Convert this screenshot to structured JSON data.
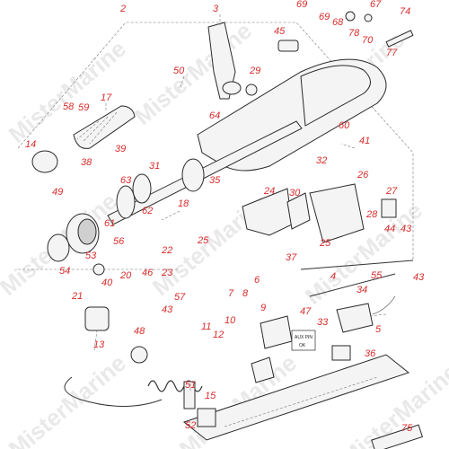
{
  "watermark": "MisterMarine",
  "callouts": [
    {
      "id": "c2",
      "text": "2"
    },
    {
      "id": "c3",
      "text": "3"
    },
    {
      "id": "c69a",
      "text": "69"
    },
    {
      "id": "c69b",
      "text": "69"
    },
    {
      "id": "c68",
      "text": "68"
    },
    {
      "id": "c67",
      "text": "67"
    },
    {
      "id": "c74",
      "text": "74"
    },
    {
      "id": "c78",
      "text": "78"
    },
    {
      "id": "c70",
      "text": "70"
    },
    {
      "id": "c77",
      "text": "77"
    },
    {
      "id": "c45",
      "text": "45"
    },
    {
      "id": "c29",
      "text": "29"
    },
    {
      "id": "c50",
      "text": "50"
    },
    {
      "id": "c17",
      "text": "17"
    },
    {
      "id": "c58",
      "text": "58"
    },
    {
      "id": "c59",
      "text": "59"
    },
    {
      "id": "c64",
      "text": "64"
    },
    {
      "id": "c60",
      "text": "60"
    },
    {
      "id": "c41",
      "text": "41"
    },
    {
      "id": "c14",
      "text": "14"
    },
    {
      "id": "c39",
      "text": "39"
    },
    {
      "id": "c38",
      "text": "38"
    },
    {
      "id": "c32",
      "text": "32"
    },
    {
      "id": "c31",
      "text": "31"
    },
    {
      "id": "c26",
      "text": "26"
    },
    {
      "id": "c49",
      "text": "49"
    },
    {
      "id": "c63",
      "text": "63"
    },
    {
      "id": "c62",
      "text": "62"
    },
    {
      "id": "c35",
      "text": "35"
    },
    {
      "id": "c24",
      "text": "24"
    },
    {
      "id": "c30",
      "text": "30"
    },
    {
      "id": "c27",
      "text": "27"
    },
    {
      "id": "c18",
      "text": "18"
    },
    {
      "id": "c61",
      "text": "61"
    },
    {
      "id": "c28",
      "text": "28"
    },
    {
      "id": "c56",
      "text": "56"
    },
    {
      "id": "c25a",
      "text": "25"
    },
    {
      "id": "c25b",
      "text": "25"
    },
    {
      "id": "c44",
      "text": "44"
    },
    {
      "id": "c43a",
      "text": "43"
    },
    {
      "id": "c54",
      "text": "54"
    },
    {
      "id": "c53",
      "text": "53"
    },
    {
      "id": "c22",
      "text": "22"
    },
    {
      "id": "c37",
      "text": "37"
    },
    {
      "id": "c23",
      "text": "23"
    },
    {
      "id": "c4",
      "text": "4"
    },
    {
      "id": "c55",
      "text": "55"
    },
    {
      "id": "c43b",
      "text": "43"
    },
    {
      "id": "c21",
      "text": "21"
    },
    {
      "id": "c40",
      "text": "40"
    },
    {
      "id": "c20",
      "text": "20"
    },
    {
      "id": "c46",
      "text": "46"
    },
    {
      "id": "c57",
      "text": "57"
    },
    {
      "id": "c6",
      "text": "6"
    },
    {
      "id": "c7",
      "text": "7"
    },
    {
      "id": "c8",
      "text": "8"
    },
    {
      "id": "c34",
      "text": "34"
    },
    {
      "id": "c43c",
      "text": "43"
    },
    {
      "id": "c9",
      "text": "9"
    },
    {
      "id": "c47",
      "text": "47"
    },
    {
      "id": "c33",
      "text": "33"
    },
    {
      "id": "c13",
      "text": "13"
    },
    {
      "id": "c10",
      "text": "10"
    },
    {
      "id": "c5",
      "text": "5"
    },
    {
      "id": "c11",
      "text": "11"
    },
    {
      "id": "c12",
      "text": "12"
    },
    {
      "id": "c48",
      "text": "48"
    },
    {
      "id": "c36",
      "text": "36"
    },
    {
      "id": "c51",
      "text": "51"
    },
    {
      "id": "c15",
      "text": "15"
    },
    {
      "id": "c52",
      "text": "52"
    },
    {
      "id": "c75",
      "text": "75"
    }
  ],
  "label_plate": {
    "line1": "AUX PIN",
    "line2": "OK"
  }
}
